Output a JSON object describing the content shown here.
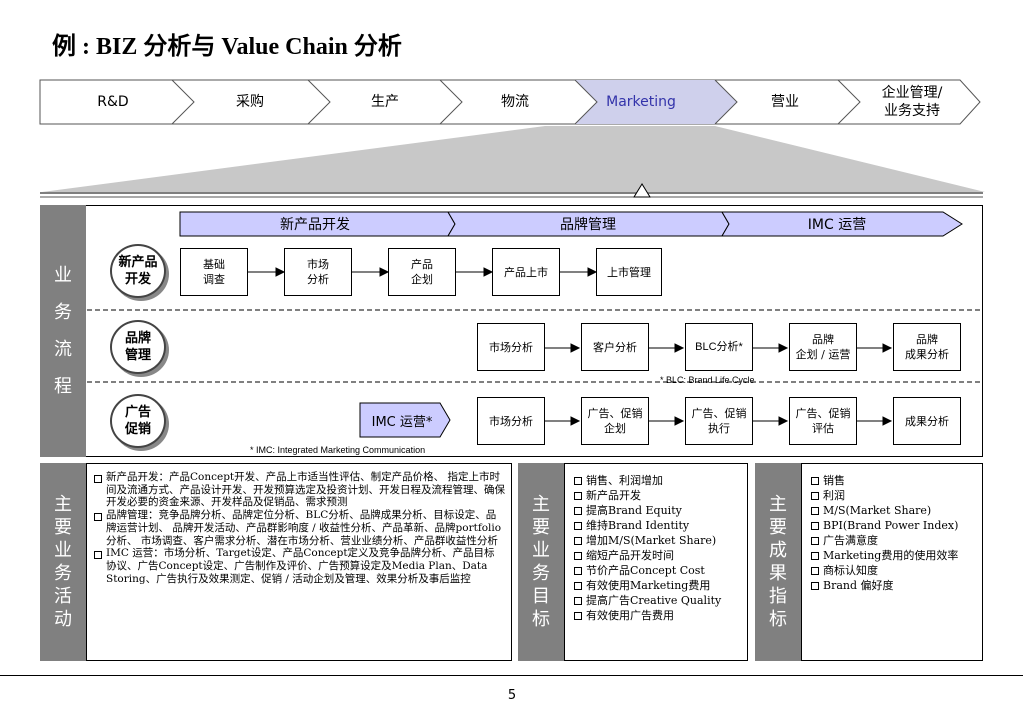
{
  "page": {
    "title": "例 : BIZ 分析与 Value Chain 分析",
    "page_number": "5"
  },
  "value_chain": [
    {
      "label": "R&D"
    },
    {
      "label": "采购"
    },
    {
      "label": "生产"
    },
    {
      "label": "物流"
    },
    {
      "label": "Marketing",
      "highlight": true
    },
    {
      "label": "营业"
    },
    {
      "label": "企业管理/\n业务支持"
    }
  ],
  "process": {
    "side_label": [
      "业",
      "务",
      "流",
      "程"
    ],
    "phases": [
      "新产品开发",
      "品牌管理",
      "IMC 运营"
    ],
    "rows": [
      {
        "name": "新产品\n开发",
        "steps": [
          "基础\n调查",
          "市场\n分析",
          "产品\n企划",
          "产品上市",
          "上市管理"
        ]
      },
      {
        "name": "品牌\n管理",
        "steps": [
          "市场分析",
          "客户分析",
          "BLC分析*",
          "品牌\n企划 / 运营",
          "品牌\n成果分析"
        ],
        "footnote": "* BLC: Brand Life Cycle"
      },
      {
        "name": "广告\n促销",
        "imc_label": "IMC 运营*",
        "steps": [
          "市场分析",
          "广告、促销\n企划",
          "广告、促销\n执行",
          "广告、促销\n评估",
          "成果分析"
        ],
        "footnote": "* IMC: Integrated Marketing Communication"
      }
    ]
  },
  "activities": {
    "side_label": [
      "主",
      "要",
      "业",
      "务",
      "活",
      "动"
    ],
    "items": [
      "新产品开发：产品Concept开发、产品上市适当性评估、制定产品价格、 指定上市时间及流通方式、产品设计开发、开发预算选定及投资计划、开发日程及流程管理、确保开发必要的资金来源、开发样品及促销品、需求预测",
      "品牌管理：竞争品牌分析、品牌定位分析、BLC分析、品牌成果分析、目标设定、品牌运营计划、 品牌开发活动、产品群影响度 / 收益性分析、产品革新、品牌portfolio 分析、 市场调查、客户需求分析、潜在市场分析、营业业绩分析、产品群收益性分析",
      "IMC 运营：市场分析、Target设定、产品Concept定义及竞争品牌分析、产品目标协议、广告Concept设定、广告制作及评价、广告预算设定及Media Plan、Data Storing、广告执行及效果测定、促销 / 活动企划及管理、效果分析及事后监控"
    ]
  },
  "goals": {
    "side_label": [
      "主",
      "要",
      "业",
      "务",
      "目",
      "标"
    ],
    "items": [
      "销售、利润增加",
      "新产品开发",
      "提高Brand Equity",
      "维持Brand Identity",
      "增加M/S(Market Share)",
      "缩短产品开发时间",
      "节价产品Concept Cost",
      "有效使用Marketing费用",
      "提高广告Creative Quality",
      "有效使用广告费用"
    ]
  },
  "kpis": {
    "side_label": [
      "主",
      "要",
      "成",
      "果",
      "指",
      "标"
    ],
    "items": [
      "销售",
      "利润",
      "M/S(Market Share)",
      "BPI(Brand Power Index)",
      "广告满意度",
      "Marketing费用的使用效率",
      "商标认知度",
      "Brand 偏好度"
    ]
  },
  "colors": {
    "phase_fill": "#ccccff",
    "highlight_fill": "#cfd0ec",
    "highlight_text": "#3333aa",
    "side_label_fill": "#808080",
    "funnel_fill": "#c8c8c8"
  }
}
